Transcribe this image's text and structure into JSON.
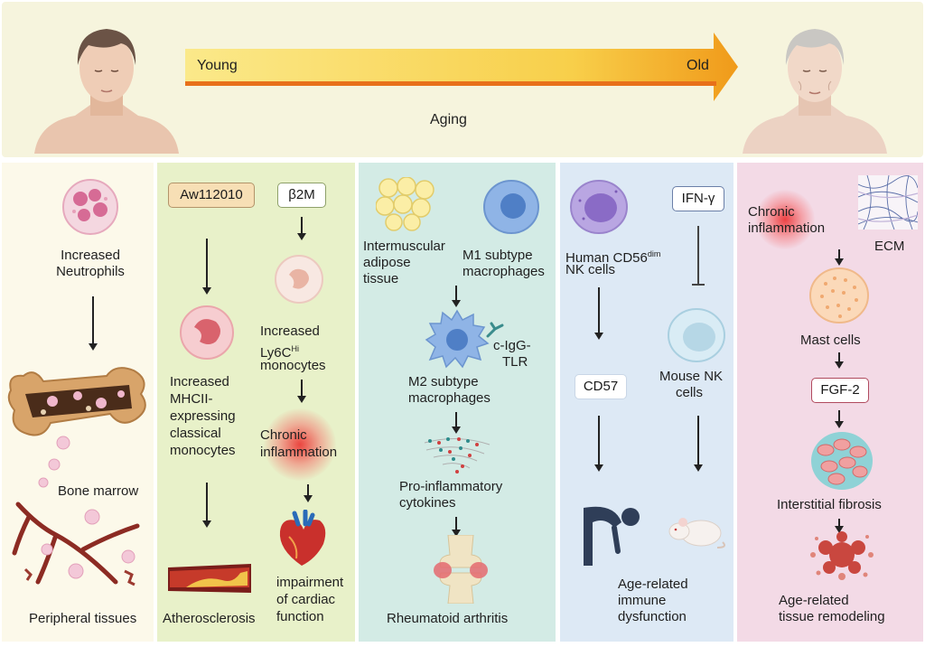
{
  "header": {
    "young_label": "Young",
    "old_label": "Old",
    "aging_label": "Aging"
  },
  "panel1": {
    "neutrophils": "Increased Neutrophils",
    "bone_marrow": "Bone marrow",
    "peripheral": "Peripheral tissues"
  },
  "panel2": {
    "aw_box": "Aw112010",
    "b2m_box": "β2M",
    "ly6c_line1": "Increased",
    "ly6c_line2": "Ly6C",
    "ly6c_sup": "Hi",
    "ly6c_line3": "monocytes",
    "mhc_line1": "Increased",
    "mhc_line2": "MHCII-",
    "mhc_line3": "expressing",
    "mhc_line4": "classical",
    "mhc_line5": "monocytes",
    "chronic_line1": "Chronic",
    "chronic_line2": "inflammation",
    "athero": "Atherosclerosis",
    "impair_line1": "impairment",
    "impair_line2": "of cardiac",
    "impair_line3": "function"
  },
  "panel3": {
    "adipose_line1": "Intermuscular",
    "adipose_line2": "adipose",
    "adipose_line3": "tissue",
    "m1_line1": "M1 subtype",
    "m1_line2": "macrophages",
    "cigg_line1": "c-IgG-",
    "cigg_line2": "TLR",
    "m2_line1": "M2 subtype",
    "m2_line2": "macrophages",
    "cyto_line1": "Pro-inflammatory",
    "cyto_line2": "cytokines",
    "ra": "Rheumatoid arthritis"
  },
  "panel4": {
    "cd56_line1": "Human CD56",
    "cd56_sup": "dim",
    "cd56_line2": "NK cells",
    "ifn_box": "IFN-γ",
    "cd57_box": "CD57",
    "mouse_line1": "Mouse NK",
    "mouse_line2": "cells",
    "dys_line1": "Age-related",
    "dys_line2": "immune",
    "dys_line3": "dysfunction"
  },
  "panel5": {
    "chronic_line1": "Chronic",
    "chronic_line2": "inflammation",
    "ecm": "ECM",
    "mast": "Mast cells",
    "fgf_box": "FGF-2",
    "fibrosis": "Interstitial fibrosis",
    "remodel_line1": "Age-related",
    "remodel_line2": "tissue remodeling"
  },
  "colors": {
    "header_bg": "#f6f4dd",
    "panel1_bg": "#fcf9ea",
    "panel2_bg": "#e8f1c9",
    "panel3_bg": "#d3ebe5",
    "panel4_bg": "#dde9f5",
    "panel5_bg": "#f3dae6",
    "arrow_start": "#fbe98a",
    "arrow_end": "#f09a1a"
  }
}
